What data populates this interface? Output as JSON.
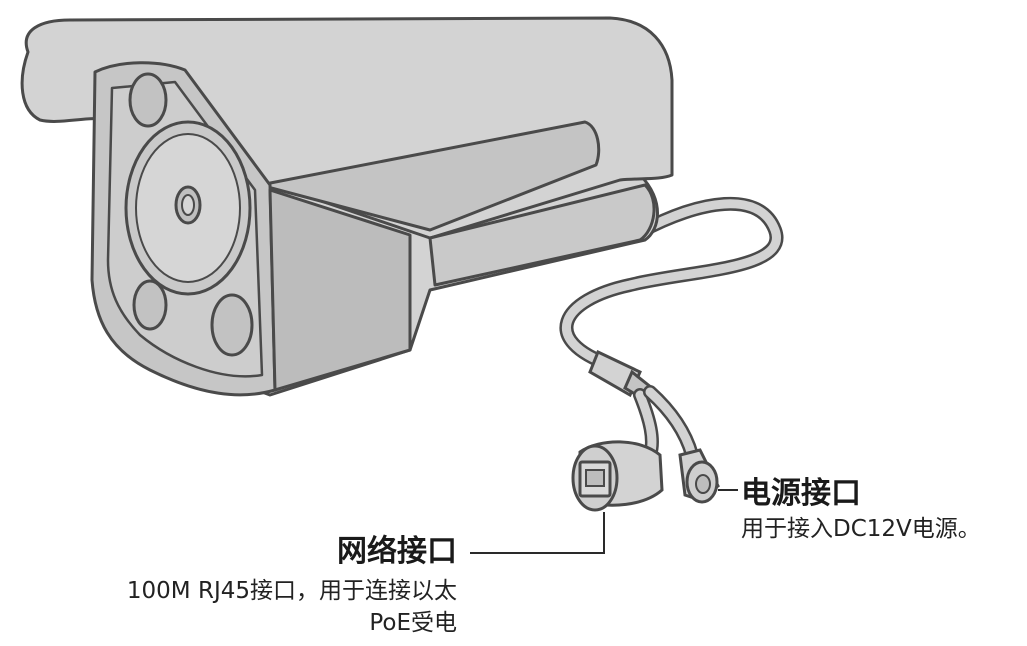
{
  "callouts": {
    "power": {
      "title": "电源接口",
      "description": "用于接入DC12V电源。"
    },
    "network": {
      "title": "网络接口",
      "description_line1": "100M RJ45接口，用于连接以太",
      "description_line2": "PoE受电"
    }
  },
  "colors": {
    "body_fill": "#d3d3d3",
    "body_stroke": "#4a4a4a",
    "shade_fill": "#bcbcbc",
    "face_fill": "#c6c6c6",
    "text": "#1a1a1a"
  }
}
